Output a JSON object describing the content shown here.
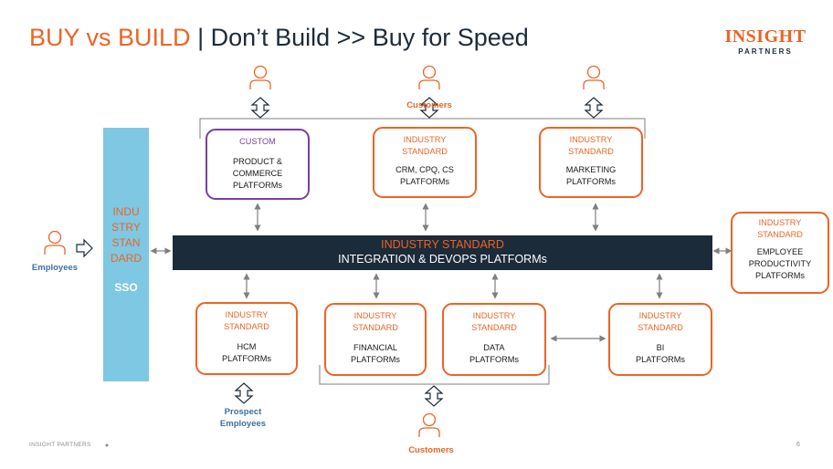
{
  "title": {
    "highlight": "BUY vs BUILD",
    "rest": " | Don’t Build >> Buy for Speed"
  },
  "logo": {
    "line1": "INSIGHT",
    "line2": "PARTNERS"
  },
  "sso": {
    "lines": [
      "INDU",
      "STRY",
      "STAN",
      "DARD"
    ],
    "label": "SSO"
  },
  "bar": {
    "line1": "INDUSTRY STANDARD",
    "line2": "INTEGRATION & DEVOPS PLATFORMs"
  },
  "boxes": {
    "custom": {
      "hd": "CUSTOM",
      "l1": "PRODUCT &",
      "l2": "COMMERCE",
      "l3": "PLATFORMs"
    },
    "crm": {
      "hd1": "INDUSTRY",
      "hd2": "STANDARD",
      "l1": "CRM, CPQ, CS",
      "l2": "PLATFORMs"
    },
    "marketing": {
      "hd1": "INDUSTRY",
      "hd2": "STANDARD",
      "l1": "MARKETING",
      "l2": "PLATFORMs"
    },
    "employee": {
      "hd1": "INDUSTRY",
      "hd2": "STANDARD",
      "l1": "EMPLOYEE",
      "l2": "PRODUCTIVITY",
      "l3": "PLATFORMs"
    },
    "hcm": {
      "hd1": "INDUSTRY",
      "hd2": "STANDARD",
      "l1": "HCM",
      "l2": "PLATFORMs"
    },
    "financial": {
      "hd1": "INDUSTRY",
      "hd2": "STANDARD",
      "l1": "FINANCIAL",
      "l2": "PLATFORMs"
    },
    "data": {
      "hd1": "INDUSTRY",
      "hd2": "STANDARD",
      "l1": "DATA",
      "l2": "PLATFORMs"
    },
    "bi": {
      "hd1": "INDUSTRY",
      "hd2": "STANDARD",
      "l1": "BI",
      "l2": "PLATFORMs"
    }
  },
  "labels": {
    "customers_top": "Customers",
    "customers_bottom": "Customers",
    "employees": "Employees",
    "prospect1": "Prospect",
    "prospect2": "Employees"
  },
  "footer": {
    "text": "INSIGHT PARTNERS",
    "page": "6"
  },
  "colors": {
    "orange": "#ec6424",
    "navy": "#1c2b39",
    "purple": "#7a3ea5",
    "sso_blue": "#7ec8e3",
    "label_blue": "#3d6f9e"
  }
}
